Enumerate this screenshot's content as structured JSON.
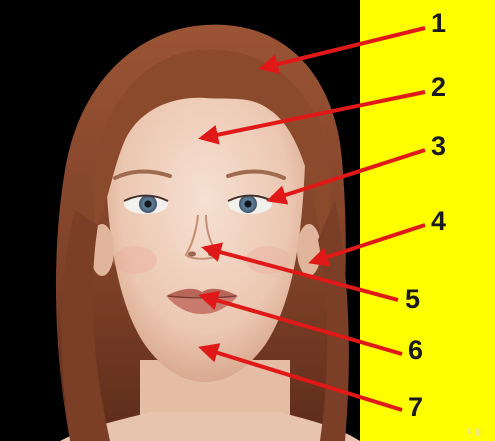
{
  "diagram": {
    "labels": [
      "1",
      "2",
      "3",
      "4",
      "5",
      "6",
      "7"
    ],
    "credit": "© ||||",
    "colors": {
      "panel": "#ffff00",
      "background": "#000000",
      "arrow": "#e01818",
      "label": "#1a1a1a",
      "hair": "#8a4a2c",
      "skin": "#f0d2bf"
    }
  }
}
